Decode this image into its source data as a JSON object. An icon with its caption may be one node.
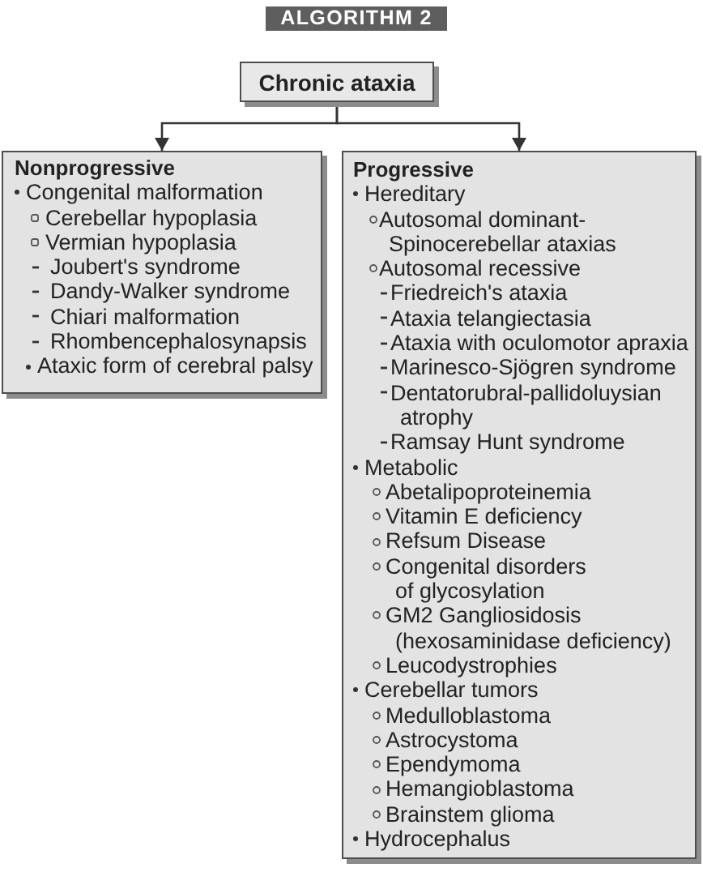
{
  "diagram": {
    "title": "ALGORITHM 2",
    "nodes": [
      {
        "text": [
          "Chronic ataxia"
        ]
      },
      {
        "text": [
          "Nonprogressive",
          "Congenital malformation",
          "Cerebellar hypoplasia",
          "Vermian hypoplasia",
          "Joubert's syndrome",
          "Dandy-Walker syndrome",
          "Chiari malformation",
          "Rhombencephalosynapsis",
          "Ataxic form of cerebral palsy"
        ]
      },
      {
        "text": [
          "Progressive",
          "Hereditary",
          "Autosomal dominant- Spinocerebellar ataxias",
          "Autosomal recessive",
          "Friedreich's ataxia",
          "Ataxia telangiectasia",
          "Ataxia with oculomotor apraxia",
          "Marinesco-Sjögren syndrome",
          "Dentatorubral-pallidoluysian atrophy",
          "Ramsay Hunt syndrome",
          "Metabolic",
          "Abetalipoproteinemia",
          "Vitamin E deficiency",
          "Refsum Disease",
          "Congenital disorders of glycosylation",
          "GM2 Gangliosidosis (hexosaminidase deficiency)",
          "Leucodystrophies",
          "Cerebellar tumors",
          "Medulloblastoma",
          "Astrocystoma",
          "Ependymoma",
          "Hemangioblastoma",
          "Brainstem glioma",
          "Hydrocephalus"
        ]
      }
    ],
    "edges": [
      {
        "from": 0,
        "to": 1,
        "arrow": "to"
      },
      {
        "from": 0,
        "to": 2,
        "arrow": "to"
      }
    ]
  }
}
